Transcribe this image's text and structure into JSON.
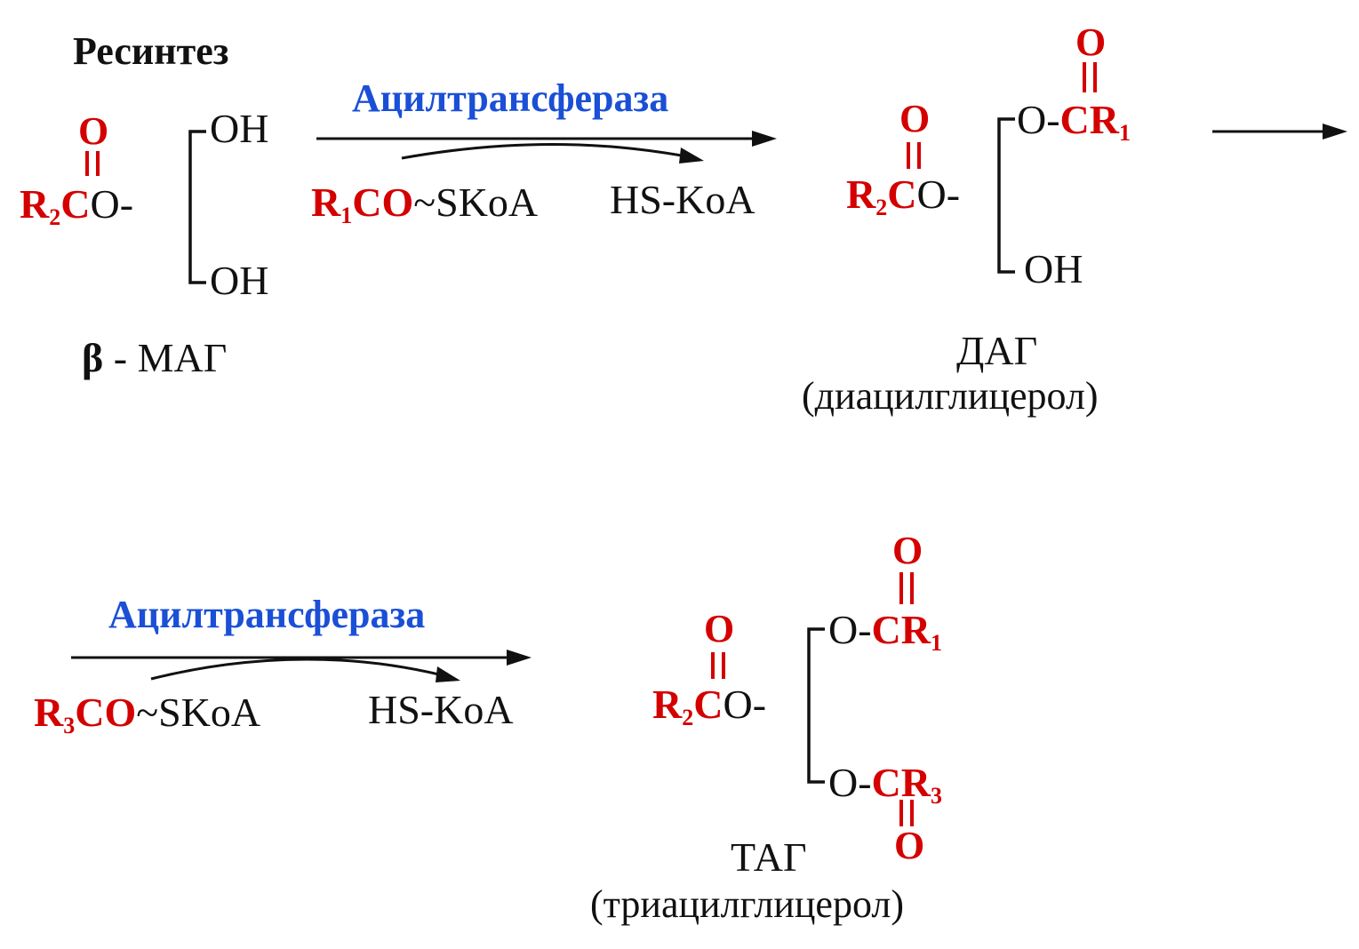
{
  "title": "Ресинтез",
  "enzyme": "Ацилтрансфераза",
  "colors": {
    "acyl": "#d40000",
    "enzyme": "#1a4fd6",
    "text": "#111111"
  },
  "atoms": {
    "O": "O",
    "C": "C",
    "R": "R",
    "OH": "OH",
    "ester_O": "O-",
    "dash": "-"
  },
  "step1": {
    "reagent_acyl": "R",
    "reagent_sub": "1",
    "reagent_co": "CO",
    "reagent_rest": "~SKoA",
    "product_side": "HS-KoA"
  },
  "step2": {
    "reagent_acyl": "R",
    "reagent_sub": "3",
    "reagent_co": "CO",
    "reagent_rest": "~SKoA",
    "product_side": "HS-KoA"
  },
  "mag": {
    "label_greek": "β",
    "label": " - МАГ",
    "r_sub": "2"
  },
  "dag": {
    "label": "ДАГ",
    "full_name": "(диацилглицерол)",
    "r2_sub": "2",
    "r1_sub": "1"
  },
  "tag": {
    "label": "ТАГ",
    "full_name": "(триацилглицерол)",
    "r2_sub": "2",
    "r1_sub": "1",
    "r3_sub": "3"
  }
}
